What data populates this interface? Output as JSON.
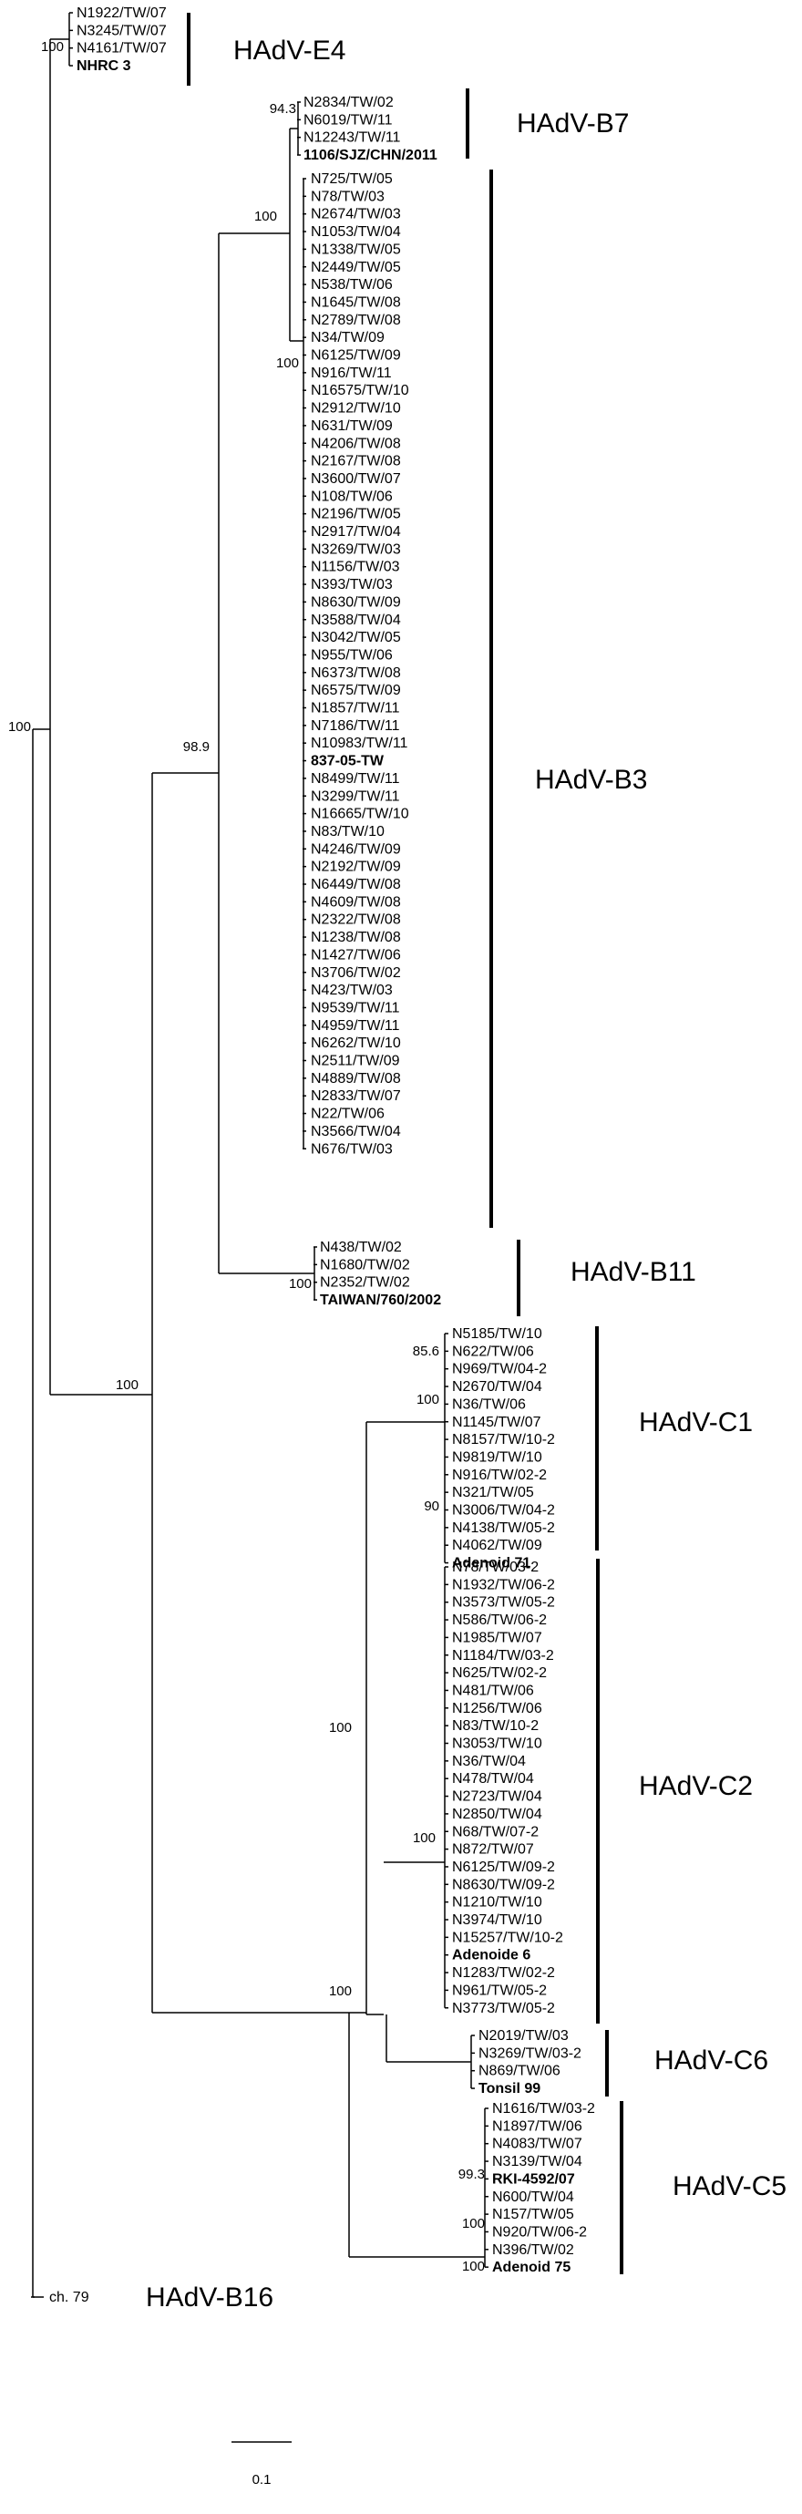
{
  "tree": {
    "leaves": {
      "e4": [
        "N1922/TW/07",
        "N3245/TW/07",
        "N4161/TW/07",
        "NHRC 3"
      ],
      "b7": [
        "N2834/TW/02",
        "N6019/TW/11",
        "N12243/TW/11",
        "1106/SJZ/CHN/2011"
      ],
      "b3": [
        "N725/TW/05",
        "N78/TW/03",
        "N2674/TW/03",
        "N1053/TW/04",
        "N1338/TW/05",
        "N2449/TW/05",
        "N538/TW/06",
        "N1645/TW/08",
        "N2789/TW/08",
        "N34/TW/09",
        "N6125/TW/09",
        "N916/TW/11",
        "N16575/TW/10",
        "N2912/TW/10",
        "N631/TW/09",
        "N4206/TW/08",
        "N2167/TW/08",
        "N3600/TW/07",
        "N108/TW/06",
        "N2196/TW/05",
        "N2917/TW/04",
        "N3269/TW/03",
        "N1156/TW/03",
        "N393/TW/03",
        "N8630/TW/09",
        "N3588/TW/04",
        "N3042/TW/05",
        "N955/TW/06",
        "N6373/TW/08",
        "N6575/TW/09",
        "N1857/TW/11",
        "N7186/TW/11",
        "N10983/TW/11",
        "837-05-TW",
        "N8499/TW/11",
        "N3299/TW/11",
        "N16665/TW/10",
        "N83/TW/10",
        "N4246/TW/09",
        "N2192/TW/09",
        "N6449/TW/08",
        "N4609/TW/08",
        "N2322/TW/08",
        "N1238/TW/08",
        "N1427/TW/06",
        "N3706/TW/02",
        "N423/TW/03",
        "N9539/TW/11",
        "N4959/TW/11",
        "N6262/TW/10",
        "N2511/TW/09",
        "N4889/TW/08",
        "N2833/TW/07",
        "N22/TW/06",
        "N3566/TW/04",
        "N676/TW/03"
      ],
      "b11": [
        "N438/TW/02",
        "N1680/TW/02",
        "N2352/TW/02",
        "TAIWAN/760/2002"
      ],
      "c1": [
        "N5185/TW/10",
        "N622/TW/06",
        "N969/TW/04-2",
        "N2670/TW/04",
        "N36/TW/06",
        "N1145/TW/07",
        "N8157/TW/10-2",
        "N9819/TW/10",
        "N916/TW/02-2",
        "N321/TW/05",
        "N3006/TW/04-2",
        "N4138/TW/05-2",
        "N4062/TW/09",
        "Adenoid 71"
      ],
      "c2": [
        "N78/TW/03-2",
        "N1932/TW/06-2",
        "N3573/TW/05-2",
        "N586/TW/06-2",
        "N1985/TW/07",
        "N1184/TW/03-2",
        "N625/TW/02-2",
        "N481/TW/06",
        "N1256/TW/06",
        "N83/TW/10-2",
        "N3053/TW/10",
        "N36/TW/04",
        "N478/TW/04",
        "N2723/TW/04",
        "N2850/TW/04",
        "N68/TW/07-2",
        "N872/TW/07",
        "N6125/TW/09-2",
        "N8630/TW/09-2",
        "N1210/TW/10",
        "N3974/TW/10",
        "N15257/TW/10-2",
        "Adenoide 6",
        "N1283/TW/02-2",
        "N961/TW/05-2",
        "N3773/TW/05-2"
      ],
      "c6": [
        "N2019/TW/03",
        "N3269/TW/03-2",
        "N869/TW/06",
        "Tonsil 99"
      ],
      "c5": [
        "N1616/TW/03-2",
        "N1897/TW/06",
        "N4083/TW/07",
        "N3139/TW/04",
        "RKI-4592/07",
        "N600/TW/04",
        "N157/TW/05",
        "N920/TW/06-2",
        "N396/TW/02",
        "Adenoid 75"
      ],
      "b16": [
        "ch. 79"
      ]
    },
    "clades": {
      "e4": "HAdV-E4",
      "b7": "HAdV-B7",
      "b3": "HAdV-B3",
      "b11": "HAdV-B11",
      "c1": "HAdV-C1",
      "c2": "HAdV-C2",
      "c6": "HAdV-C6",
      "c5": "HAdV-C5",
      "b16": "HAdV-B16"
    },
    "bootstrap": {
      "e4": "100",
      "b7": "94.3",
      "b7b3": "100",
      "b3": "100",
      "b3b7b11": "98.9",
      "b11": "100",
      "bc": "100",
      "root": "100",
      "c1_inner": "85.6",
      "c1": "100",
      "c1_low": "90",
      "c1c2": "100",
      "c2": "100",
      "c_all": "100",
      "c5_inner": "99.3",
      "c5_a": "100",
      "c5_b": "100"
    },
    "scale_label": "0.1",
    "bold_leaves": [
      "NHRC 3",
      "1106/SJZ/CHN/2011",
      "837-05-TW",
      "TAIWAN/760/2002",
      "Adenoid 71",
      "Adenoide 6",
      "Tonsil 99",
      "RKI-4592/07",
      "Adenoid 75"
    ]
  }
}
